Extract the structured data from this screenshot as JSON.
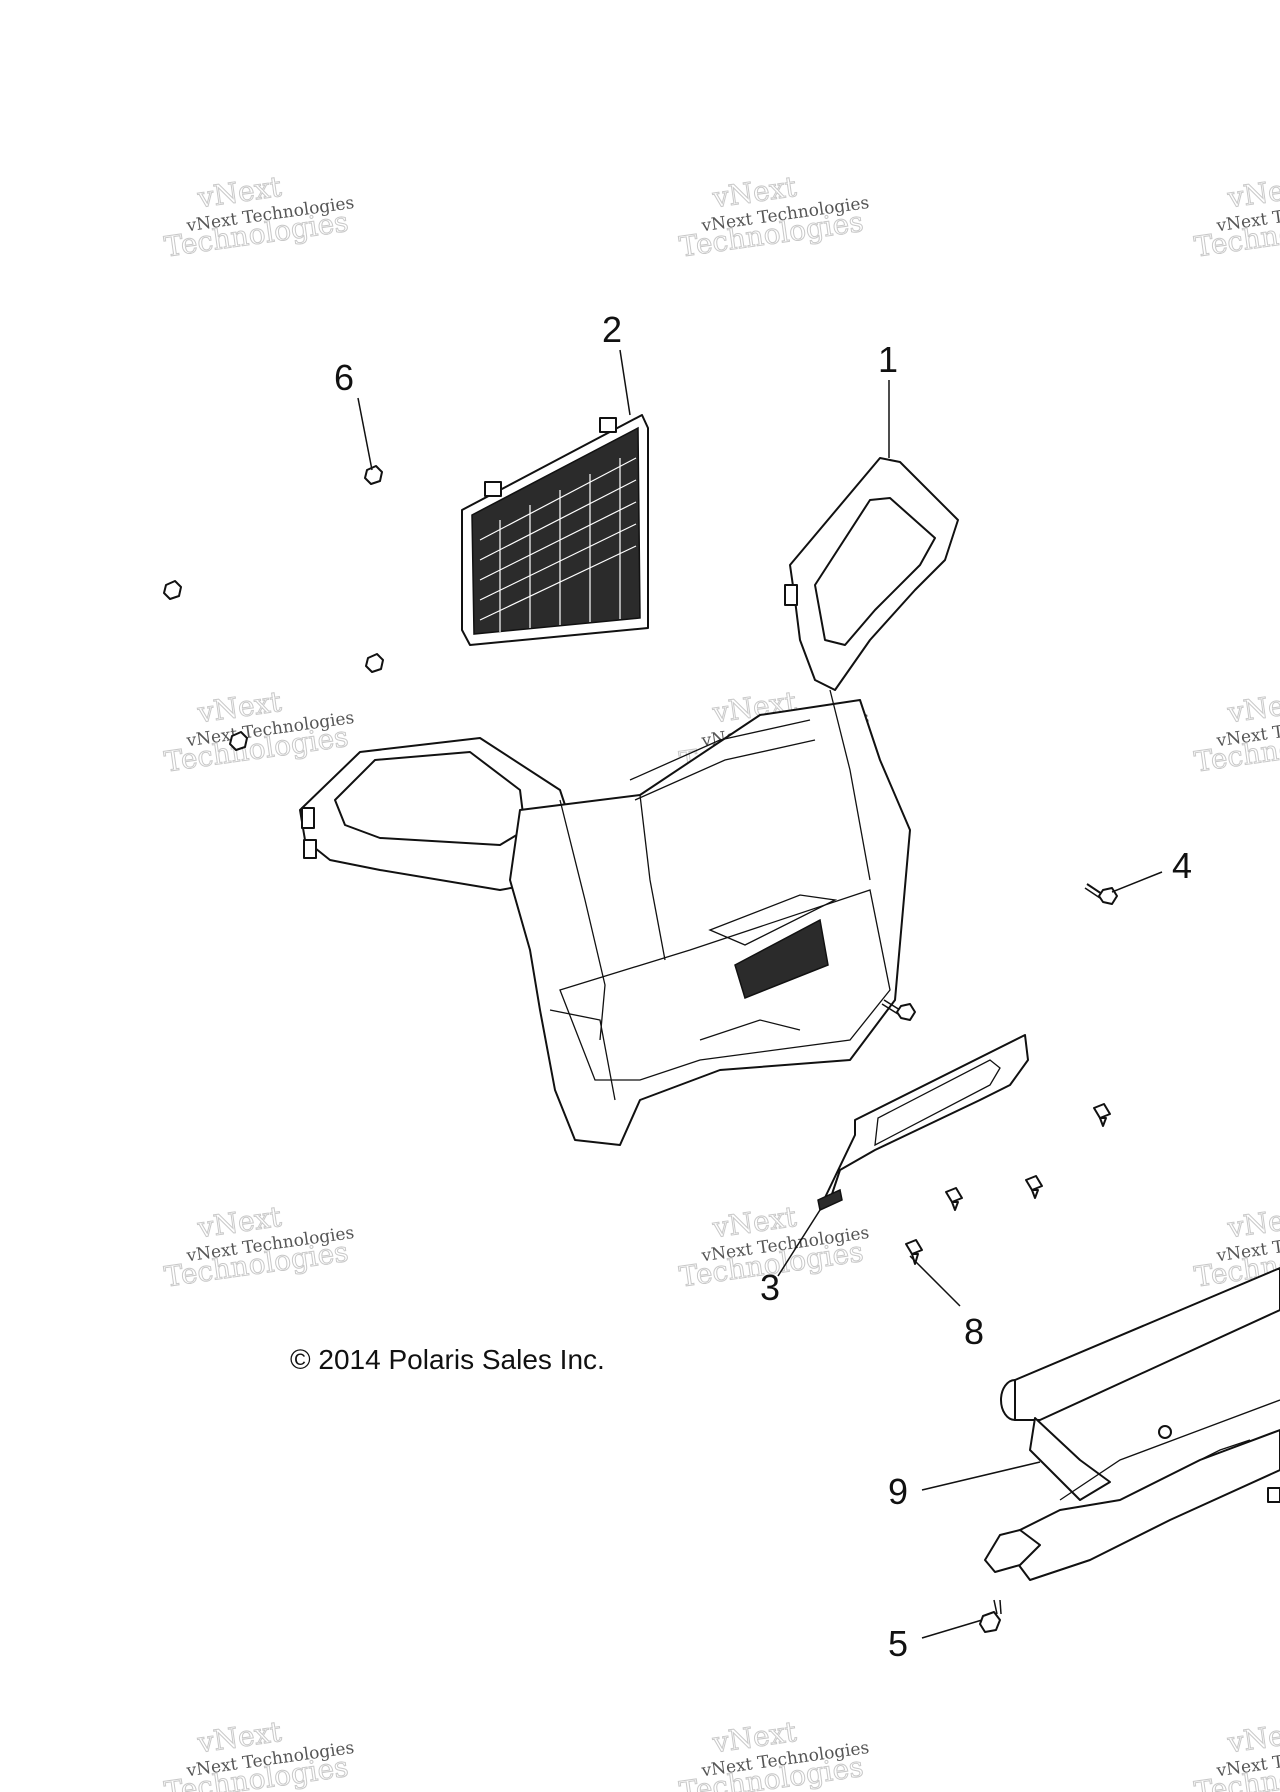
{
  "copyright": "© 2014 Polaris Sales Inc.",
  "watermark": {
    "line_small": "vNext Technologies",
    "line_big_top": "vNext",
    "line_big_bottom": "Technologies"
  },
  "callouts": [
    {
      "id": "1",
      "label": "1",
      "part": "front-cab-left-headlight-housing"
    },
    {
      "id": "2",
      "label": "2",
      "part": "grille-screen"
    },
    {
      "id": "3",
      "label": "3",
      "part": "lower-skid-cover"
    },
    {
      "id": "4",
      "label": "4",
      "part": "bolt"
    },
    {
      "id": "5",
      "label": "5",
      "part": "bolt"
    },
    {
      "id": "6",
      "label": "6",
      "part": "nut"
    },
    {
      "id": "8",
      "label": "8",
      "part": "push-rivet"
    },
    {
      "id": "9",
      "label": "9",
      "part": "front-bumper"
    }
  ],
  "colors": {
    "line": "#111111",
    "background": "#ffffff",
    "watermark": "#555555"
  }
}
